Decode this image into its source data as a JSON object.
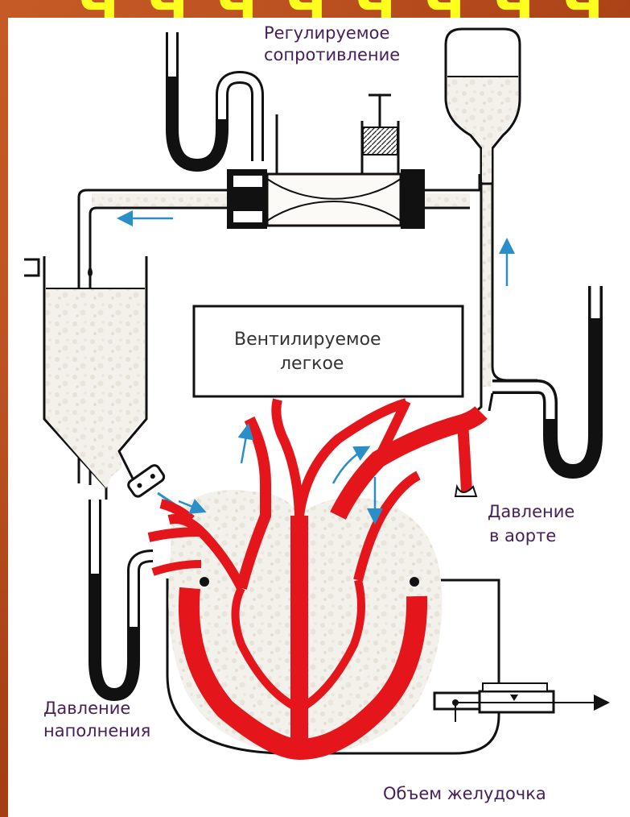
{
  "labels": {
    "resistance_line1": "Регулируемое",
    "resistance_line2": "сопротивление",
    "lung_line1": "Вентилируемое",
    "lung_line2": "легкое",
    "aortic_pressure_line1": "Давление",
    "aortic_pressure_line2": "в аорте",
    "filling_pressure_line1": "Давление",
    "filling_pressure_line2": "наполнения",
    "ventricle_volume": "Объем желудочка"
  },
  "colors": {
    "background": "#b8481c",
    "title": "#ffff1f",
    "vessels": "#e4161b",
    "flow_arrows": "#2a8fc8",
    "fluid": "#f1efe9",
    "outline": "#111111"
  }
}
